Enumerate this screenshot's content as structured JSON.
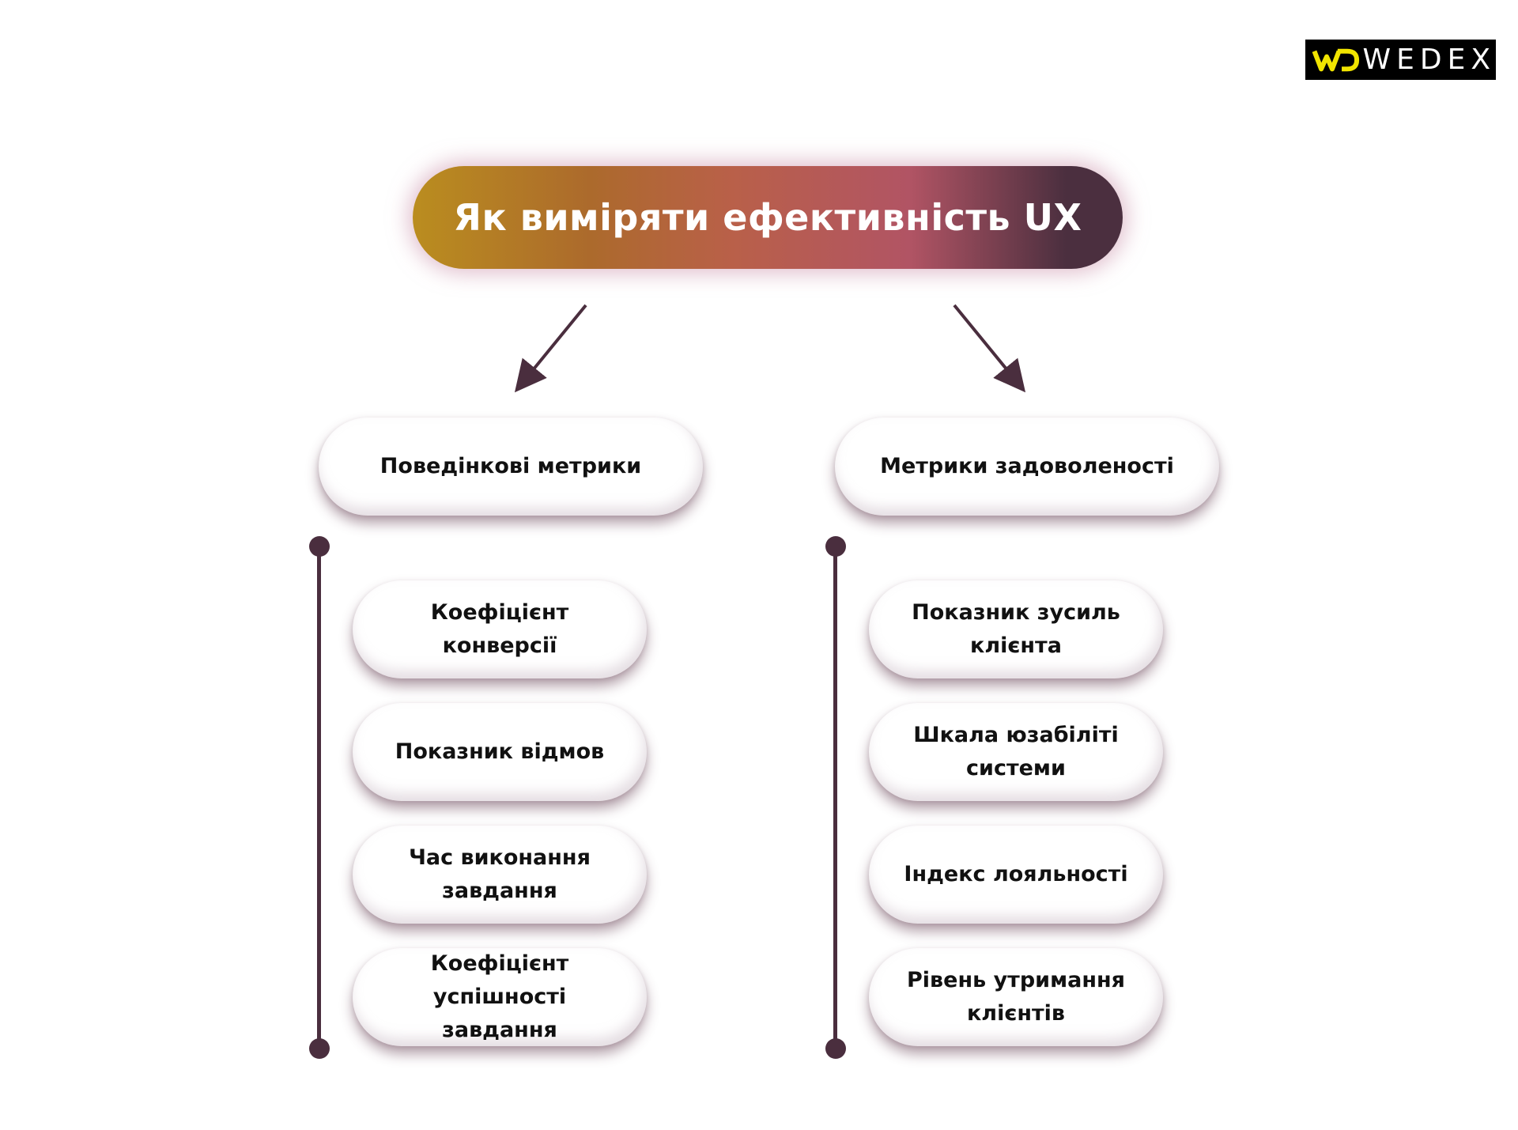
{
  "brand": {
    "name": "WEDEX",
    "colors": {
      "bg": "#000000",
      "mark": "#f1e400",
      "text": "#ffffff"
    }
  },
  "title": "Як виміряти ефективність UX",
  "colors": {
    "gradient": [
      "#ba8d1f",
      "#ac6a2c",
      "#b96049",
      "#b15464",
      "#4b2f3f"
    ],
    "line": "#4a2e3e"
  },
  "categories": [
    {
      "label": "Поведінкові метрики",
      "items": [
        "Коефіцієнт конверсії",
        "Показник відмов",
        "Час виконання завдання",
        "Коефіцієнт успішності завдання"
      ]
    },
    {
      "label": "Метрики задоволеності",
      "items": [
        "Показник зусиль клієнта",
        "Шкала юзабіліті системи",
        "Індекс лояльності",
        "Рівень утримання клієнтів"
      ]
    }
  ]
}
